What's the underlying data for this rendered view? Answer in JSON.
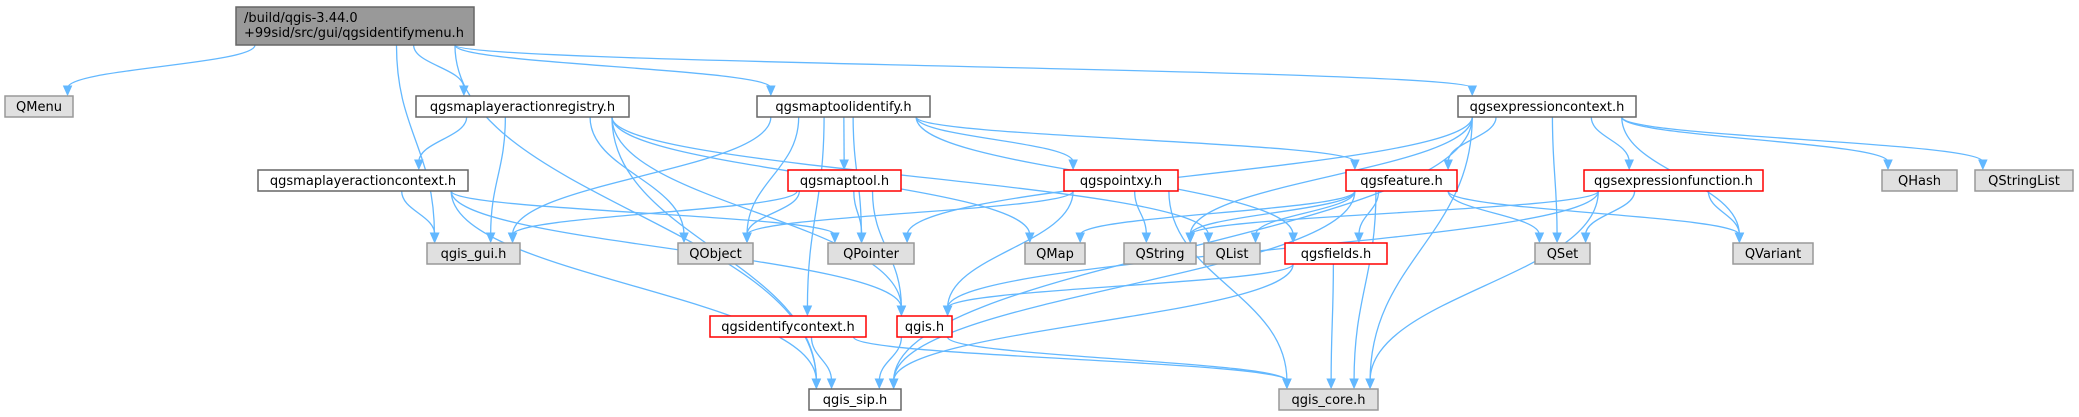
{
  "colors": {
    "root_fill": "#999999",
    "root_stroke": "#666666",
    "plain_fill": "#ffffff",
    "plain_stroke": "#666666",
    "missing_fill": "#e0e0e0",
    "missing_stroke": "#999999",
    "truncated_fill": "#ffffff",
    "truncated_stroke": "#ff0000",
    "edge": "#63b8ff"
  },
  "nodes": [
    {
      "id": "root",
      "kind": "root",
      "lines": [
        "/build/qgis-3.44.0",
        "+99sid/src/gui/qgsidentifymenu.h"
      ]
    },
    {
      "id": "qmenu",
      "kind": "missing",
      "lines": [
        "QMenu"
      ]
    },
    {
      "id": "registry",
      "kind": "plain",
      "lines": [
        "qgsmaplayeractionregistry.h"
      ]
    },
    {
      "id": "maptoolid",
      "kind": "plain",
      "lines": [
        "qgsmaptoolidentify.h"
      ]
    },
    {
      "id": "exprctx",
      "kind": "plain",
      "lines": [
        "qgsexpressioncontext.h"
      ]
    },
    {
      "id": "actionctx",
      "kind": "plain",
      "lines": [
        "qgsmaplayeractioncontext.h"
      ]
    },
    {
      "id": "maptool",
      "kind": "truncated",
      "lines": [
        "qgsmaptool.h"
      ]
    },
    {
      "id": "pointxy",
      "kind": "truncated",
      "lines": [
        "qgspointxy.h"
      ]
    },
    {
      "id": "feature",
      "kind": "truncated",
      "lines": [
        "qgsfeature.h"
      ]
    },
    {
      "id": "exprfunc",
      "kind": "truncated",
      "lines": [
        "qgsexpressionfunction.h"
      ]
    },
    {
      "id": "qhash",
      "kind": "missing",
      "lines": [
        "QHash"
      ]
    },
    {
      "id": "qstringlist",
      "kind": "missing",
      "lines": [
        "QStringList"
      ]
    },
    {
      "id": "qgisgui",
      "kind": "missing",
      "lines": [
        "qgis_gui.h"
      ]
    },
    {
      "id": "qobject",
      "kind": "missing",
      "lines": [
        "QObject"
      ]
    },
    {
      "id": "qpointer",
      "kind": "missing",
      "lines": [
        "QPointer"
      ]
    },
    {
      "id": "qmap",
      "kind": "missing",
      "lines": [
        "QMap"
      ]
    },
    {
      "id": "qstring",
      "kind": "missing",
      "lines": [
        "QString"
      ]
    },
    {
      "id": "qlist",
      "kind": "missing",
      "lines": [
        "QList"
      ]
    },
    {
      "id": "fields",
      "kind": "truncated",
      "lines": [
        "qgsfields.h"
      ]
    },
    {
      "id": "qset",
      "kind": "missing",
      "lines": [
        "QSet"
      ]
    },
    {
      "id": "qvariant",
      "kind": "missing",
      "lines": [
        "QVariant"
      ]
    },
    {
      "id": "identctx",
      "kind": "truncated",
      "lines": [
        "qgsidentifycontext.h"
      ]
    },
    {
      "id": "qgis",
      "kind": "truncated",
      "lines": [
        "qgis.h"
      ]
    },
    {
      "id": "qgissip",
      "kind": "plain",
      "lines": [
        "qgis_sip.h"
      ]
    },
    {
      "id": "qgiscore",
      "kind": "missing",
      "lines": [
        "qgis_core.h"
      ]
    }
  ],
  "edges": [
    [
      "root",
      "qmenu"
    ],
    [
      "root",
      "registry"
    ],
    [
      "root",
      "maptoolid"
    ],
    [
      "root",
      "exprctx"
    ],
    [
      "root",
      "qgisgui"
    ],
    [
      "root",
      "qgissip"
    ],
    [
      "registry",
      "actionctx"
    ],
    [
      "registry",
      "qgisgui"
    ],
    [
      "registry",
      "qobject"
    ],
    [
      "registry",
      "qmap"
    ],
    [
      "registry",
      "qlist"
    ],
    [
      "registry",
      "qgis"
    ],
    [
      "registry",
      "qgissip"
    ],
    [
      "maptoolid",
      "maptool"
    ],
    [
      "maptoolid",
      "pointxy"
    ],
    [
      "maptoolid",
      "feature"
    ],
    [
      "maptoolid",
      "fields"
    ],
    [
      "maptoolid",
      "identctx"
    ],
    [
      "maptoolid",
      "qobject"
    ],
    [
      "maptoolid",
      "qpointer"
    ],
    [
      "maptoolid",
      "qgisgui"
    ],
    [
      "exprctx",
      "feature"
    ],
    [
      "exprctx",
      "exprfunc"
    ],
    [
      "exprctx",
      "qhash"
    ],
    [
      "exprctx",
      "qstringlist"
    ],
    [
      "exprctx",
      "qstring"
    ],
    [
      "exprctx",
      "qset"
    ],
    [
      "exprctx",
      "qvariant"
    ],
    [
      "exprctx",
      "qpointer"
    ],
    [
      "exprctx",
      "qgiscore"
    ],
    [
      "exprctx",
      "qgissip"
    ],
    [
      "actionctx",
      "qgisgui"
    ],
    [
      "actionctx",
      "qpointer"
    ],
    [
      "actionctx",
      "qgis"
    ],
    [
      "actionctx",
      "qgissip"
    ],
    [
      "maptool",
      "qgisgui"
    ],
    [
      "maptool",
      "qobject"
    ],
    [
      "maptool",
      "qpointer"
    ],
    [
      "maptool",
      "qgis"
    ],
    [
      "pointxy",
      "qstring"
    ],
    [
      "pointxy",
      "qobject"
    ],
    [
      "pointxy",
      "qgis"
    ],
    [
      "pointxy",
      "qgiscore"
    ],
    [
      "feature",
      "qmap"
    ],
    [
      "feature",
      "qstring"
    ],
    [
      "feature",
      "qlist"
    ],
    [
      "feature",
      "fields"
    ],
    [
      "feature",
      "qset"
    ],
    [
      "feature",
      "qvariant"
    ],
    [
      "feature",
      "qgiscore"
    ],
    [
      "feature",
      "qgissip"
    ],
    [
      "exprfunc",
      "qstring"
    ],
    [
      "exprfunc",
      "qset"
    ],
    [
      "exprfunc",
      "qvariant"
    ],
    [
      "exprfunc",
      "qgis"
    ],
    [
      "exprfunc",
      "qgiscore"
    ],
    [
      "fields",
      "qgis"
    ],
    [
      "fields",
      "qgiscore"
    ],
    [
      "fields",
      "qgissip"
    ],
    [
      "identctx",
      "qgissip"
    ],
    [
      "identctx",
      "qgiscore"
    ],
    [
      "qgis",
      "qgissip"
    ],
    [
      "qgis",
      "qgiscore"
    ]
  ]
}
